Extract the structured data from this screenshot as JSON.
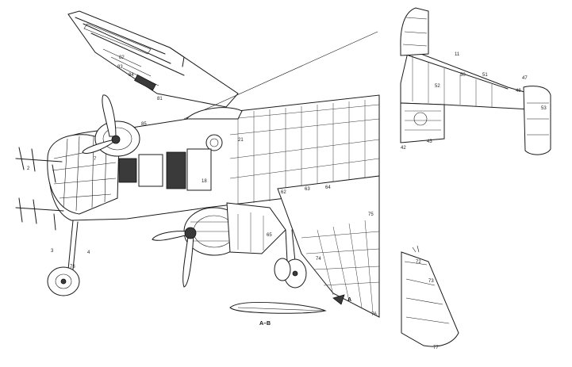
{
  "callouts": {
    "n82": "82",
    "n83": "83",
    "n84": "84",
    "n81": "81",
    "n85": "85",
    "n3": "3",
    "n2": "2",
    "n4": "4",
    "n7": "7",
    "n18": "18",
    "n21": "21",
    "n62": "62",
    "n63": "63",
    "n64": "64",
    "n65": "65",
    "n74": "74",
    "n75": "75",
    "n76": "76",
    "n11": "11",
    "n52": "52",
    "n50": "50",
    "n51": "51",
    "n53": "53",
    "n47": "47",
    "n48": "48",
    "n42": "42",
    "n43": "43",
    "n72": "72",
    "n73": "73",
    "n77": "77",
    "n78": "78"
  },
  "section_marker": "A",
  "section_label": "A–B",
  "colors": {
    "ink": "#1a1a1a",
    "paper": "#ffffff",
    "shade": "#3a3a3a"
  }
}
